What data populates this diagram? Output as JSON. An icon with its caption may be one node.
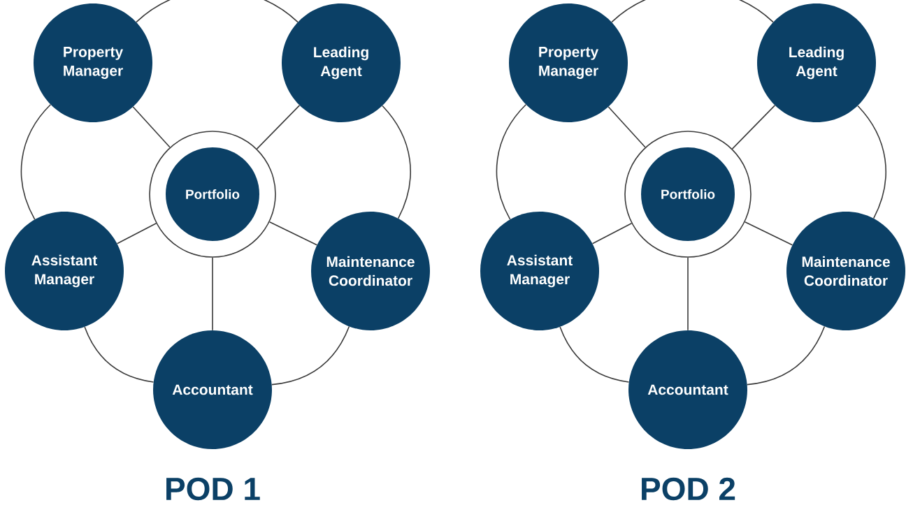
{
  "diagram": {
    "nodes": [
      {
        "text": [
          "Property Manager"
        ]
      },
      {
        "text": [
          "Leading Agent"
        ]
      },
      {
        "text": [
          "Portfolio"
        ]
      },
      {
        "text": [
          "Assistant Manager"
        ]
      },
      {
        "text": [
          "Maintenance Coordinator"
        ]
      },
      {
        "text": [
          "Accountant"
        ]
      },
      {
        "text": [
          "Property Manager"
        ]
      },
      {
        "text": [
          "Leading Agent"
        ]
      },
      {
        "text": [
          "Portfolio"
        ]
      },
      {
        "text": [
          "Assistant Manager"
        ]
      },
      {
        "text": [
          "Maintenance Coordinator"
        ]
      },
      {
        "text": [
          "Accountant"
        ]
      }
    ],
    "edges": [
      {
        "from": 0,
        "to": 1,
        "arrow": "none"
      },
      {
        "from": 1,
        "to": 4,
        "arrow": "none"
      },
      {
        "from": 4,
        "to": 5,
        "arrow": "none"
      },
      {
        "from": 5,
        "to": 3,
        "arrow": "none"
      },
      {
        "from": 3,
        "to": 0,
        "arrow": "none"
      },
      {
        "from": 2,
        "to": 0,
        "arrow": "none"
      },
      {
        "from": 2,
        "to": 1,
        "arrow": "none"
      },
      {
        "from": 2,
        "to": 3,
        "arrow": "none"
      },
      {
        "from": 2,
        "to": 4,
        "arrow": "none"
      },
      {
        "from": 2,
        "to": 5,
        "arrow": "none"
      },
      {
        "from": 6,
        "to": 7,
        "arrow": "none"
      },
      {
        "from": 7,
        "to": 10,
        "arrow": "none"
      },
      {
        "from": 10,
        "to": 11,
        "arrow": "none"
      },
      {
        "from": 11,
        "to": 9,
        "arrow": "none"
      },
      {
        "from": 9,
        "to": 6,
        "arrow": "none"
      },
      {
        "from": 8,
        "to": 6,
        "arrow": "none"
      },
      {
        "from": 8,
        "to": 7,
        "arrow": "none"
      },
      {
        "from": 8,
        "to": 9,
        "arrow": "none"
      },
      {
        "from": 8,
        "to": 10,
        "arrow": "none"
      },
      {
        "from": 8,
        "to": 11,
        "arrow": "none"
      }
    ],
    "labels": [
      "POD 1",
      "POD 2"
    ]
  }
}
